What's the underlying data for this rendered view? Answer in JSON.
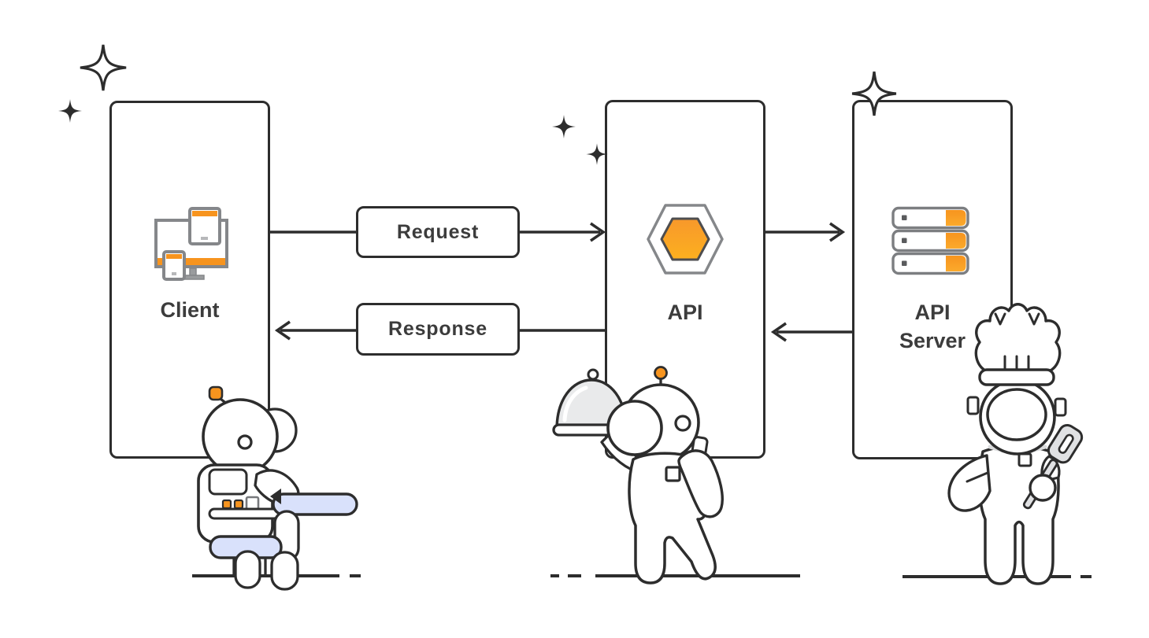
{
  "diagram": {
    "nodes": {
      "client": {
        "label": "Client",
        "icon": "client-devices-icon"
      },
      "api": {
        "label": "API",
        "icon": "api-hexagon-icon"
      },
      "api_server": {
        "label": "API Server",
        "icon": "server-stack-icon"
      }
    },
    "connectors": {
      "request": {
        "label": "Request",
        "direction": "client-to-api"
      },
      "response": {
        "label": "Response",
        "direction": "api-to-client"
      }
    },
    "decorations": {
      "characters": [
        "client-robot-character",
        "waiter-astronaut-character",
        "chef-astronaut-character"
      ],
      "sparkles": [
        "sparkle-outline-large-left",
        "sparkle-filled-small-left",
        "sparkle-filled-api-1",
        "sparkle-filled-api-2",
        "sparkle-outline-api-server"
      ]
    },
    "colors": {
      "outline": "#2D2D2D",
      "accent_orange": "#F7941E",
      "accent_orange_light": "#FCB01F",
      "lavender": "#D9E1FB",
      "cloche_gray": "#E9EAEB",
      "icon_gray": "#85878A",
      "text": "#3C3C3C"
    }
  }
}
